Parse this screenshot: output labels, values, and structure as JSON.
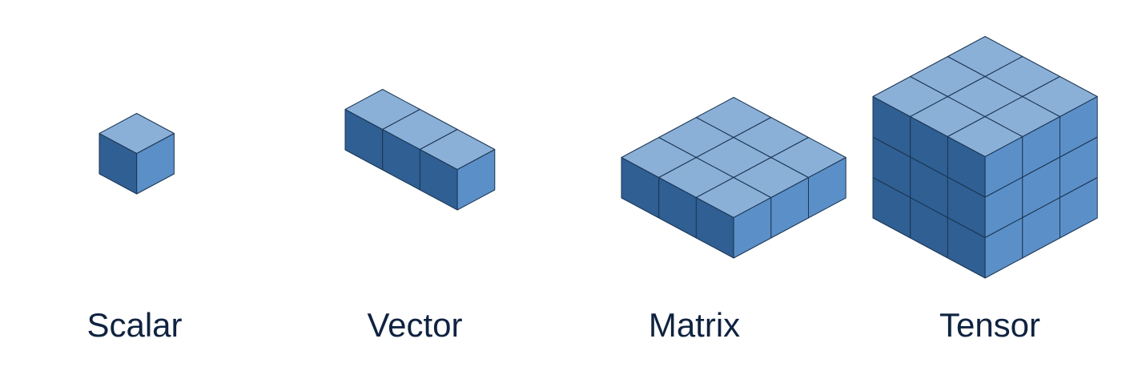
{
  "colors": {
    "top_face": "#8bb0d8",
    "front_face": "#2f5f93",
    "side_face": "#5b8fc8",
    "edge": "#1b3654",
    "label": "#0f2340"
  },
  "shapes": [
    {
      "id": "scalar",
      "label": "Scalar",
      "dims": [
        1,
        1,
        1
      ]
    },
    {
      "id": "vector",
      "label": "Vector",
      "dims": [
        3,
        1,
        1
      ]
    },
    {
      "id": "matrix",
      "label": "Matrix",
      "dims": [
        3,
        3,
        1
      ]
    },
    {
      "id": "tensor",
      "label": "Tensor",
      "dims": [
        3,
        3,
        3
      ]
    }
  ]
}
